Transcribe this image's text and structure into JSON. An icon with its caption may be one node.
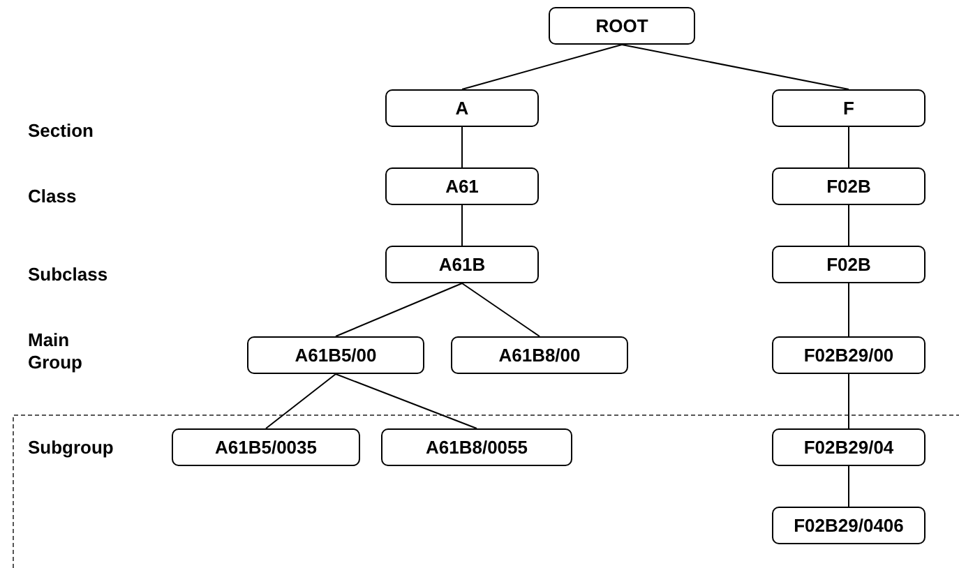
{
  "diagram": {
    "nodes": [
      {
        "text": [
          "ROOT"
        ]
      },
      {
        "text": [
          "A"
        ]
      },
      {
        "text": [
          "F"
        ]
      },
      {
        "text": [
          "A61"
        ]
      },
      {
        "text": [
          "F02B"
        ]
      },
      {
        "text": [
          "A61B"
        ]
      },
      {
        "text": [
          "F02B"
        ]
      },
      {
        "text": [
          "A61B5/00"
        ]
      },
      {
        "text": [
          "A61B8/00"
        ]
      },
      {
        "text": [
          "F02B29/00"
        ]
      },
      {
        "text": [
          "A61B5/0035"
        ]
      },
      {
        "text": [
          "A61B8/0055"
        ]
      },
      {
        "text": [
          "F02B29/04"
        ]
      },
      {
        "text": [
          "F02B29/0406"
        ]
      }
    ],
    "edges": [
      {
        "from": 0,
        "to": 1,
        "arrow": "none"
      },
      {
        "from": 0,
        "to": 2,
        "arrow": "none"
      },
      {
        "from": 1,
        "to": 3,
        "arrow": "none"
      },
      {
        "from": 2,
        "to": 4,
        "arrow": "none"
      },
      {
        "from": 3,
        "to": 5,
        "arrow": "none"
      },
      {
        "from": 4,
        "to": 6,
        "arrow": "none"
      },
      {
        "from": 5,
        "to": 7,
        "arrow": "none"
      },
      {
        "from": 5,
        "to": 8,
        "arrow": "none"
      },
      {
        "from": 6,
        "to": 9,
        "arrow": "none"
      },
      {
        "from": 7,
        "to": 10,
        "arrow": "none"
      },
      {
        "from": 7,
        "to": 11,
        "arrow": "none"
      },
      {
        "from": 9,
        "to": 12,
        "arrow": "none"
      },
      {
        "from": 12,
        "to": 13,
        "arrow": "none"
      }
    ],
    "labels": [
      "Section",
      "Class",
      "Subclass",
      "Main Group",
      "Subgroup"
    ]
  }
}
